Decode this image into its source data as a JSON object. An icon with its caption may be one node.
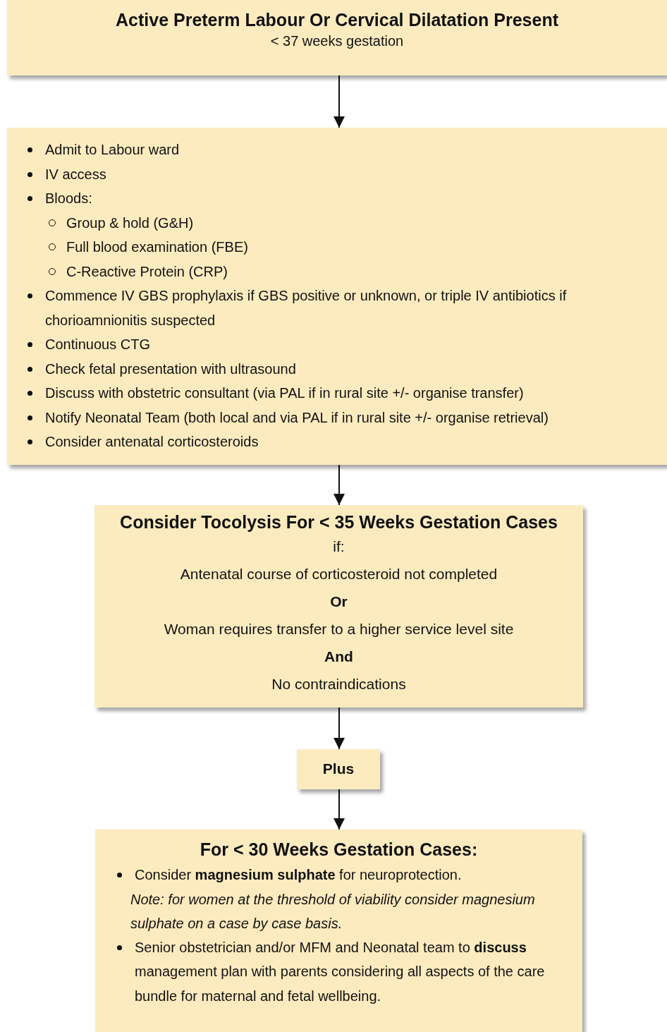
{
  "diagram": {
    "nodes": [
      {
        "text": [
          "Active Preterm Labour Or Cervical Dilatation Present",
          "< 37 weeks gestation"
        ]
      },
      {
        "text": [
          "Admit to Labour ward",
          "IV access",
          "Bloods:",
          "Group & hold (G&H)",
          "Full blood examination (FBE)",
          "C-Reactive Protein (CRP)",
          "Commence IV GBS prophylaxis if GBS positive or unknown, or triple IV antibiotics if chorioamnionitis suspected",
          "Continuous CTG",
          "Check fetal presentation with ultrasound",
          "Discuss with obstetric consultant (via PAL if in rural site +/- organise transfer)",
          "Notify Neonatal Team (both local and via PAL if in rural site +/- organise retrieval)",
          "Consider antenatal corticosteroids"
        ]
      },
      {
        "text": [
          "Consider Tocolysis For < 35 Weeks Gestation Cases",
          "if:",
          "Antenatal course of corticosteroid not completed",
          "Or",
          "Woman requires transfer to a higher service level site",
          "And",
          "No contraindications"
        ]
      },
      {
        "text": [
          "Plus"
        ]
      },
      {
        "text": [
          "For < 30 Weeks Gestation Cases:",
          "Consider **magnesium sulphate** for neuroprotection.",
          "Note: for women at the threshold of viability consider magnesium sulphate on a case by case basis.",
          "Senior obstetrician and/or MFM and Neonatal team to **discuss** management plan with parents considering all aspects of the care bundle for maternal and fetal wellbeing."
        ]
      }
    ],
    "edges": [
      {
        "from": 0,
        "to": 1,
        "arrow": "to"
      },
      {
        "from": 1,
        "to": 2,
        "arrow": "to"
      },
      {
        "from": 2,
        "to": 3,
        "arrow": "to"
      },
      {
        "from": 3,
        "to": 4,
        "arrow": "to"
      }
    ]
  }
}
